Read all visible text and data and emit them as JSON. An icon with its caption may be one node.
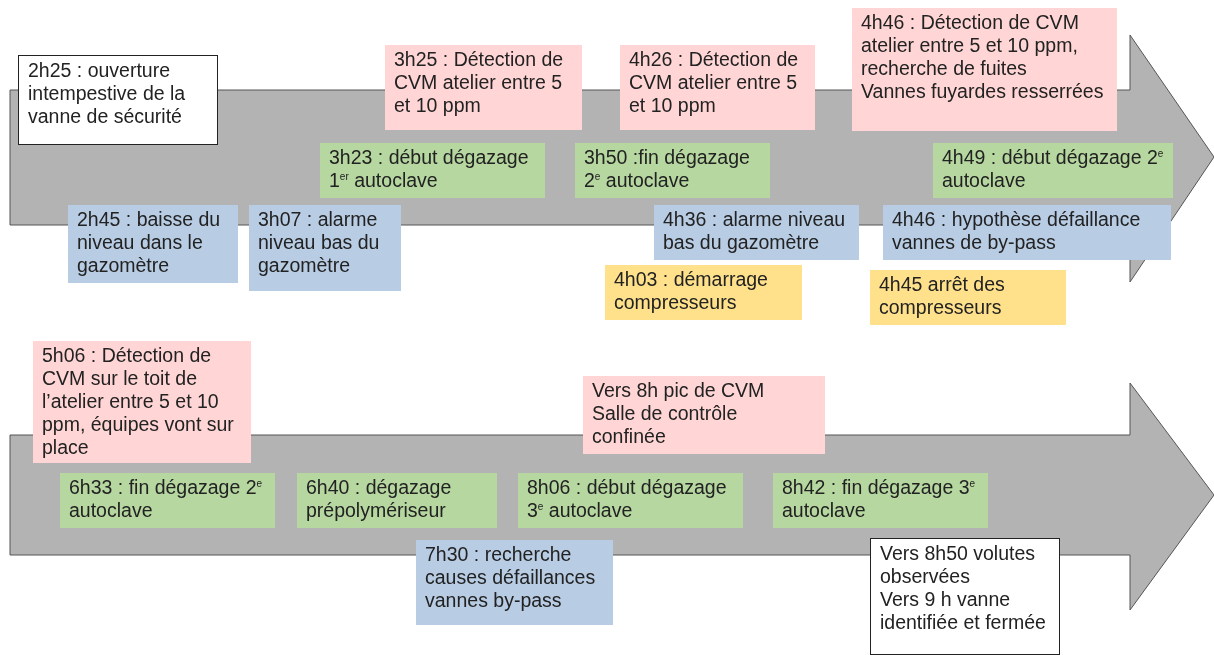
{
  "diagram": {
    "nodes": [
      {
        "text": [],
        "shape": "arrow"
      },
      {
        "text": [
          "2h25 : ouverture intempestive de la vanne de sécurité"
        ],
        "in": 0
      },
      {
        "text": [
          "3h25 : Détection de CVM atelier entre 5 et 10 ppm"
        ]
      },
      {
        "text": [
          "4h26 : Détection de CVM atelier entre 5 et 10 ppm"
        ]
      },
      {
        "text": [
          "4h46 : Détection de CVM atelier entre 5 et 10 ppm, recherche de fuites",
          "Vannes fuyardes resserrées"
        ]
      },
      {
        "text": [
          "3h23 : début dégazage 1$^{er}$ autoclave"
        ],
        "in": 0
      },
      {
        "text": [
          "3h50 :fin dégazage 2$^{e}$ autoclave"
        ],
        "in": 0
      },
      {
        "text": [
          "4h49 : début dégazage 2$^{e}$ autoclave"
        ],
        "in": 0
      },
      {
        "text": [
          "2h45 : baisse du niveau dans le gazomètre"
        ]
      },
      {
        "text": [
          "3h07 : alarme niveau bas du gazomètre"
        ]
      },
      {
        "text": [
          "4h36 : alarme niveau bas du gazomètre"
        ]
      },
      {
        "text": [
          "4h46 : hypothèse défaillance vannes de by-pass"
        ]
      },
      {
        "text": [
          "4h03 : démarrage compresseurs"
        ]
      },
      {
        "text": [
          "4h45 arrêt des compresseurs"
        ]
      },
      {
        "text": [],
        "shape": "arrow"
      },
      {
        "text": [
          "5h06 : Détection de CVM sur le toit de l’atelier entre 5 et 10 ppm, équipes vont sur place"
        ]
      },
      {
        "text": [
          "Vers 8h pic de CVM",
          "Salle de contrôle confinée"
        ]
      },
      {
        "text": [
          "6h33 : fin dégazage 2$^{e}$ autoclave"
        ],
        "in": 14
      },
      {
        "text": [
          "6h40 : dégazage prépolymériseur"
        ],
        "in": 14
      },
      {
        "text": [
          "8h06 : début dégazage 3$^{e}$ autoclave"
        ],
        "in": 14
      },
      {
        "text": [
          "8h42 : fin dégazage 3$^{e}$ autoclave"
        ],
        "in": 14
      },
      {
        "text": [
          "7h30 : recherche causes défaillances vannes by-pass"
        ]
      },
      {
        "text": [
          "Vers 8h50 volutes observées",
          "Vers 9 h vanne identifiée et fermée"
        ]
      }
    ]
  }
}
